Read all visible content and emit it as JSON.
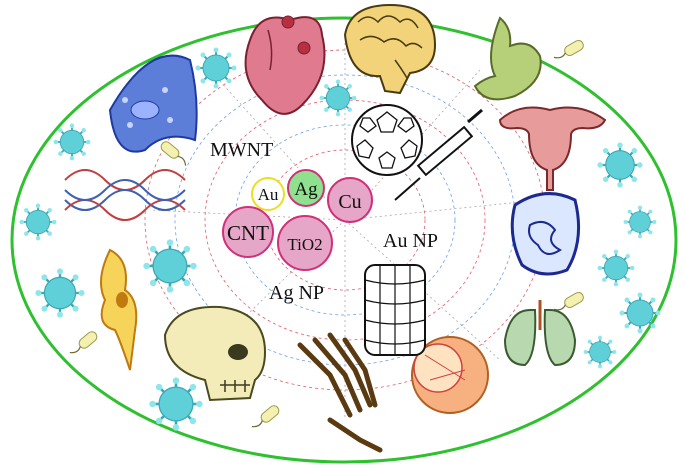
{
  "labels": {
    "mwnt": "MWNT",
    "au": "Au",
    "ag": "Ag",
    "cu": "Cu",
    "cnt": "CNT",
    "tio2": "TiO2",
    "au_np": "Au NP",
    "ag_np": "Ag NP"
  },
  "colors": {
    "ellipse": "#2fc02f",
    "virus": "#5fd0d8",
    "au_ring": "#e8e020",
    "ag_fill": "#8fe08f",
    "pink_fill": "#e6a6c8",
    "pink_ring": "#d0307a",
    "web_red": "#e05a6a",
    "web_blue": "#6aa0e8"
  },
  "icons": [
    "heart-icon",
    "brain-icon",
    "stomach-icon",
    "cell-icon",
    "uterus-icon",
    "dna-icon",
    "intestine-icon",
    "neuron-icon",
    "lungs-icon",
    "eye-icon",
    "skull-icon",
    "hand-skeleton-icon",
    "fullerene-icon",
    "nanotube-icon",
    "syringe-icon",
    "virus-icon",
    "bacterium-icon"
  ]
}
